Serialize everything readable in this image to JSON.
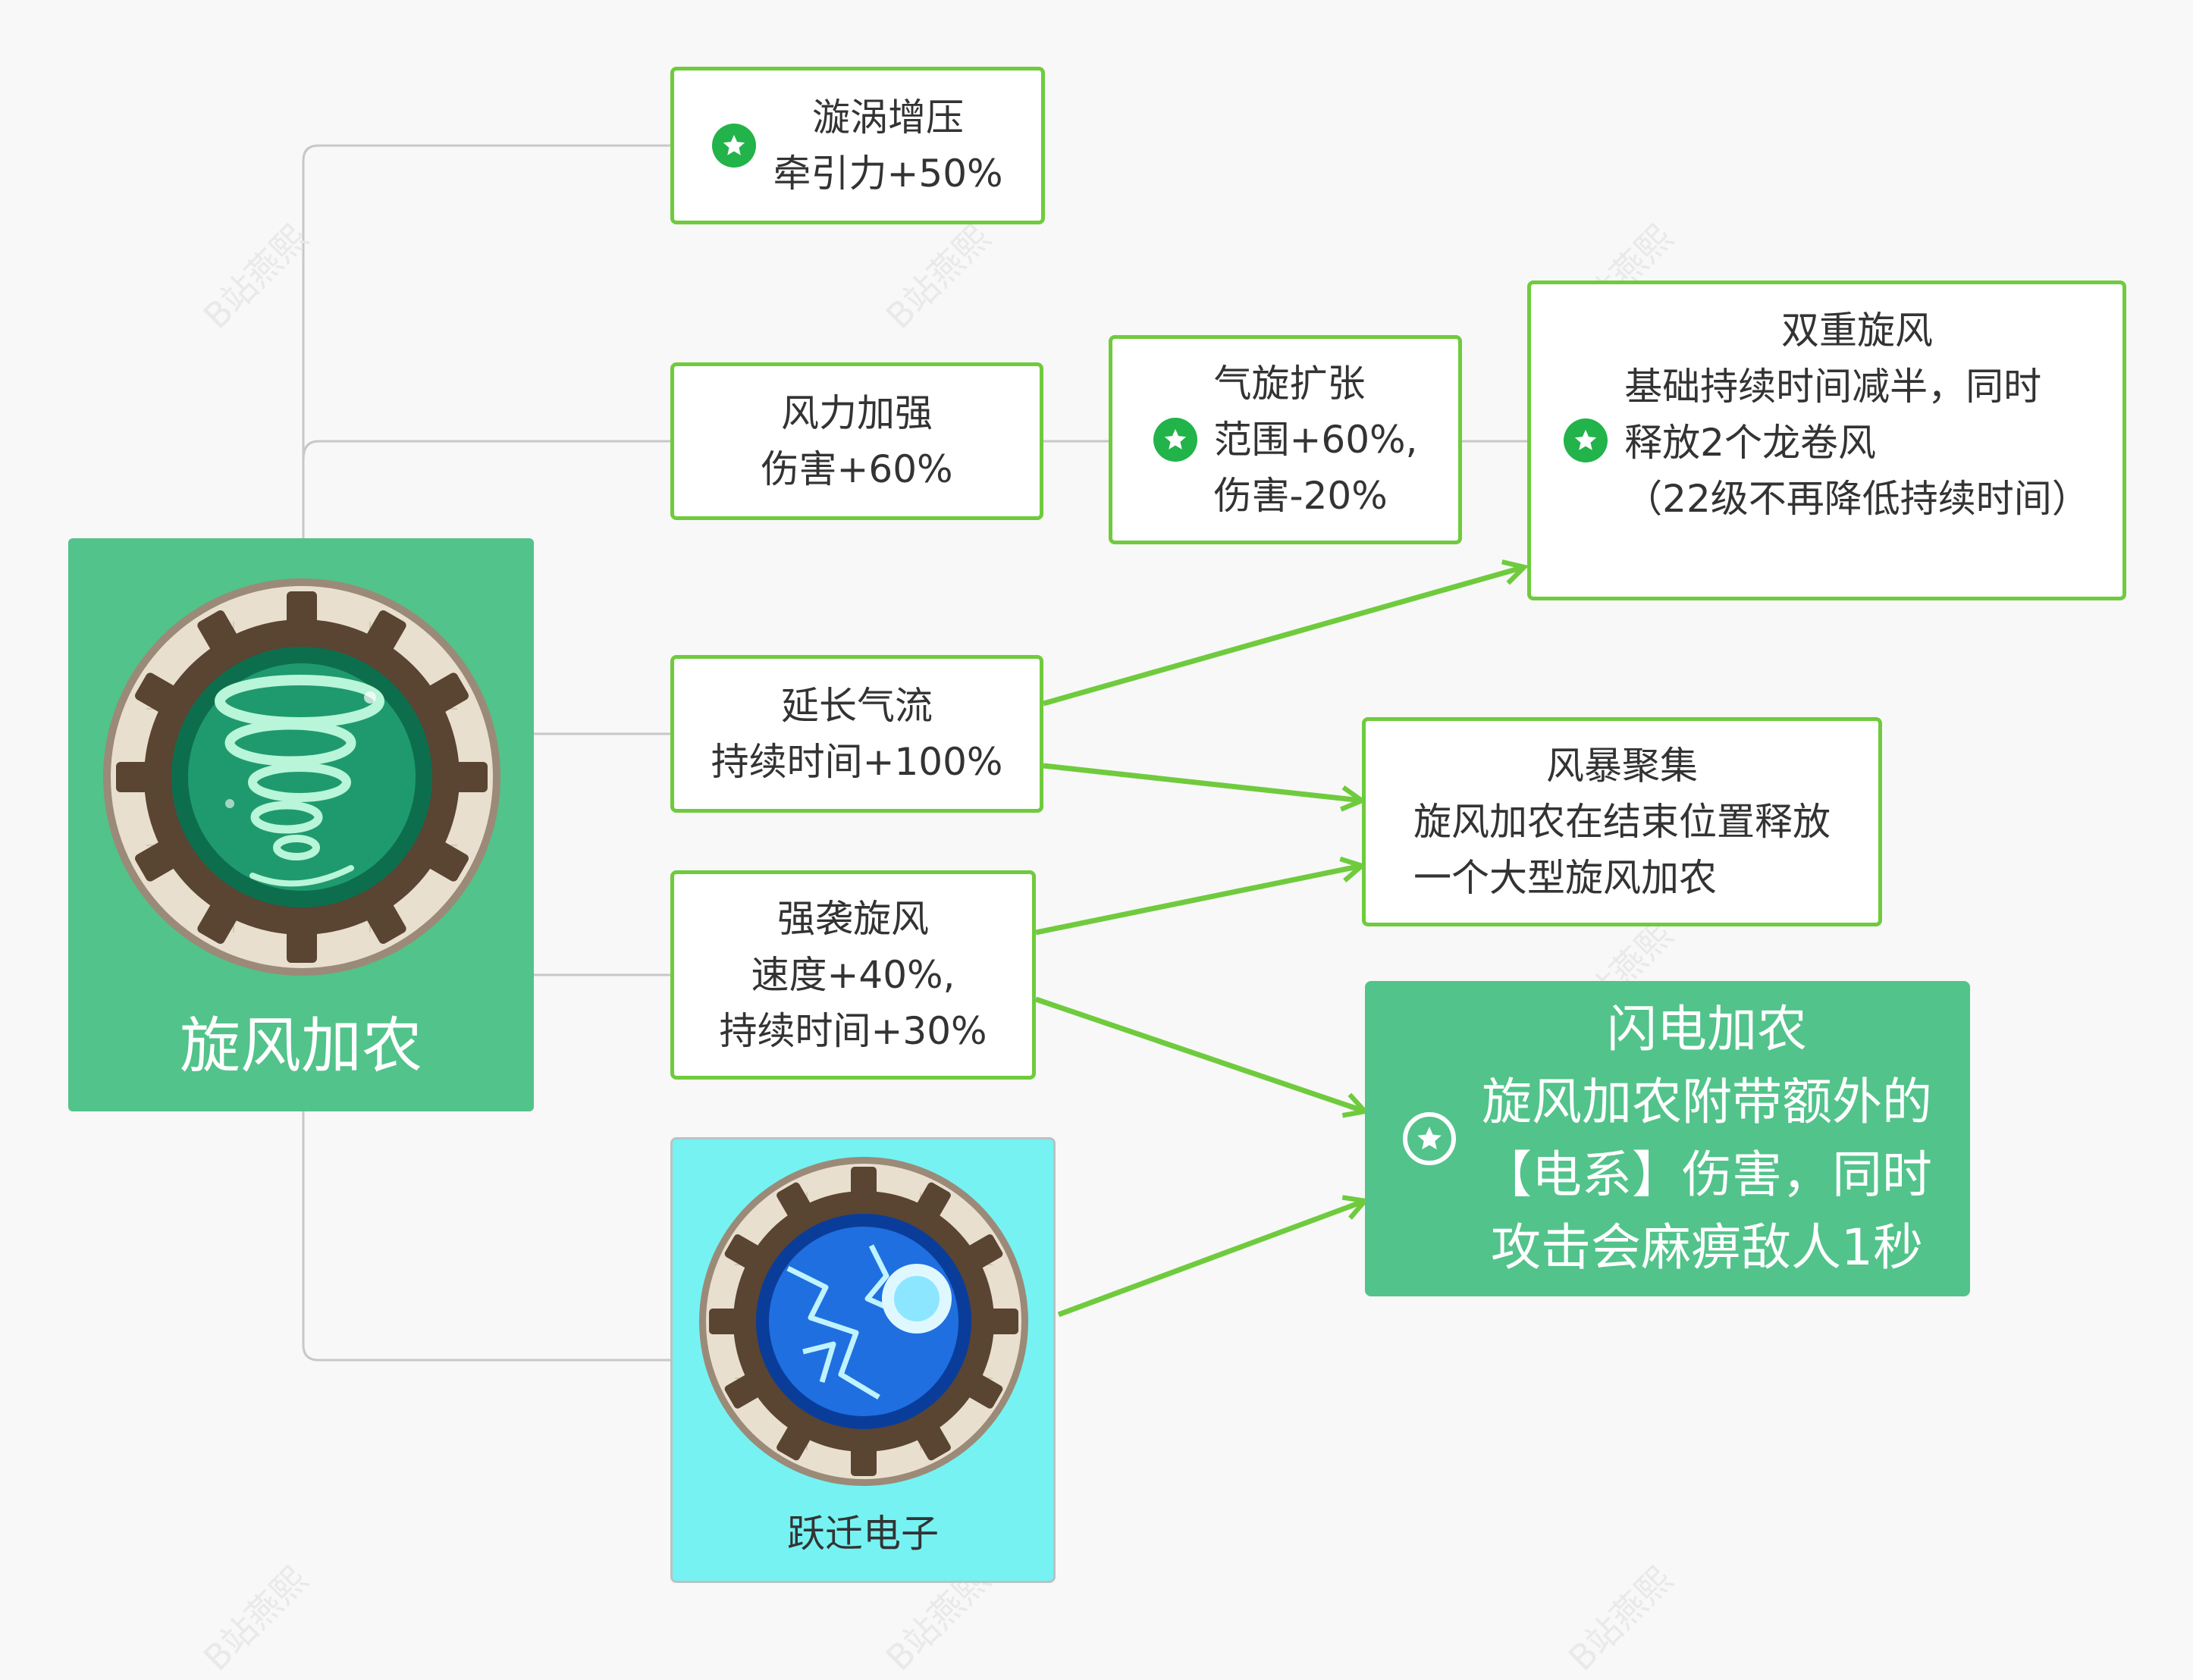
{
  "colors": {
    "background": "#f8f8f8",
    "node_border": "#6fcb3d",
    "root_fill": "#52c38a",
    "arrow": "#6fcb3d",
    "connector": "#c8c8c8",
    "star": "#22b34a",
    "prerequisite_fill": "#76f2f2"
  },
  "root": {
    "title": "旋风加农",
    "icon": "tornado-gear-emblem"
  },
  "prerequisite": {
    "label": "跃迁电子",
    "icon": "lightning-orb-gear-emblem"
  },
  "nodes": {
    "vortex": {
      "lines": [
        "漩涡增压",
        "牵引力+50%"
      ],
      "starred": true
    },
    "wind": {
      "lines": [
        "风力加强",
        "伤害+60%"
      ],
      "starred": false
    },
    "expand": {
      "lines": [
        "气旋扩张",
        "范围+60%,",
        "伤害-20%"
      ],
      "starred": true
    },
    "double": {
      "lines": [
        "双重旋风",
        "基础持续时间减半，同时",
        "释放2个龙卷风",
        "（22级不再降低持续时间）"
      ],
      "starred": true
    },
    "extend": {
      "lines": [
        "延长气流",
        "持续时间+100%"
      ],
      "starred": false
    },
    "storm": {
      "lines": [
        "风暴聚集",
        "旋风加农在结束位置释放",
        "一个大型旋风加农"
      ],
      "starred": false
    },
    "strong": {
      "lines": [
        "强袭旋风",
        "速度+40%,",
        "持续时间+30%"
      ],
      "starred": false
    },
    "lightning": {
      "lines": [
        "闪电加农",
        "旋风加农附带额外的",
        "【电系】伤害，同时",
        "攻击会麻痹敌人1秒"
      ],
      "starred": true
    }
  },
  "watermark": "B站燕熙"
}
